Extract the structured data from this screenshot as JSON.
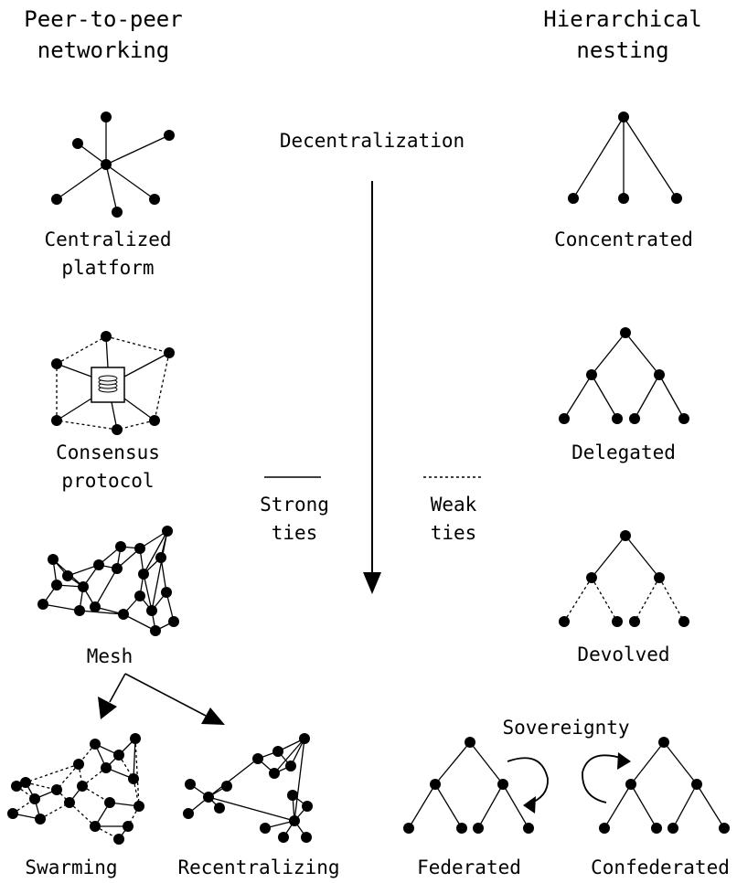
{
  "headers": {
    "left": [
      "Peer-to-peer",
      "networking"
    ],
    "right": [
      "Hierarchical",
      "nesting"
    ]
  },
  "center": {
    "axis_label": "Decentralization",
    "legend": {
      "strong": [
        "Strong",
        "ties"
      ],
      "weak": [
        "Weak",
        "ties"
      ]
    }
  },
  "left_column": {
    "centralized": [
      "Centralized",
      "platform"
    ],
    "consensus": [
      "Consensus",
      "protocol"
    ],
    "mesh": "Mesh",
    "swarming": "Swarming",
    "recentralizing": "Recentralizing"
  },
  "right_column": {
    "concentrated": "Concentrated",
    "delegated": "Delegated",
    "devolved": "Devolved",
    "sovereignty": "Sovereignty",
    "federated": "Federated",
    "confederated": "Confederated"
  },
  "colors": {
    "ink": "#000000",
    "background": "#ffffff",
    "ledger_fill": "#f2f2f2"
  }
}
